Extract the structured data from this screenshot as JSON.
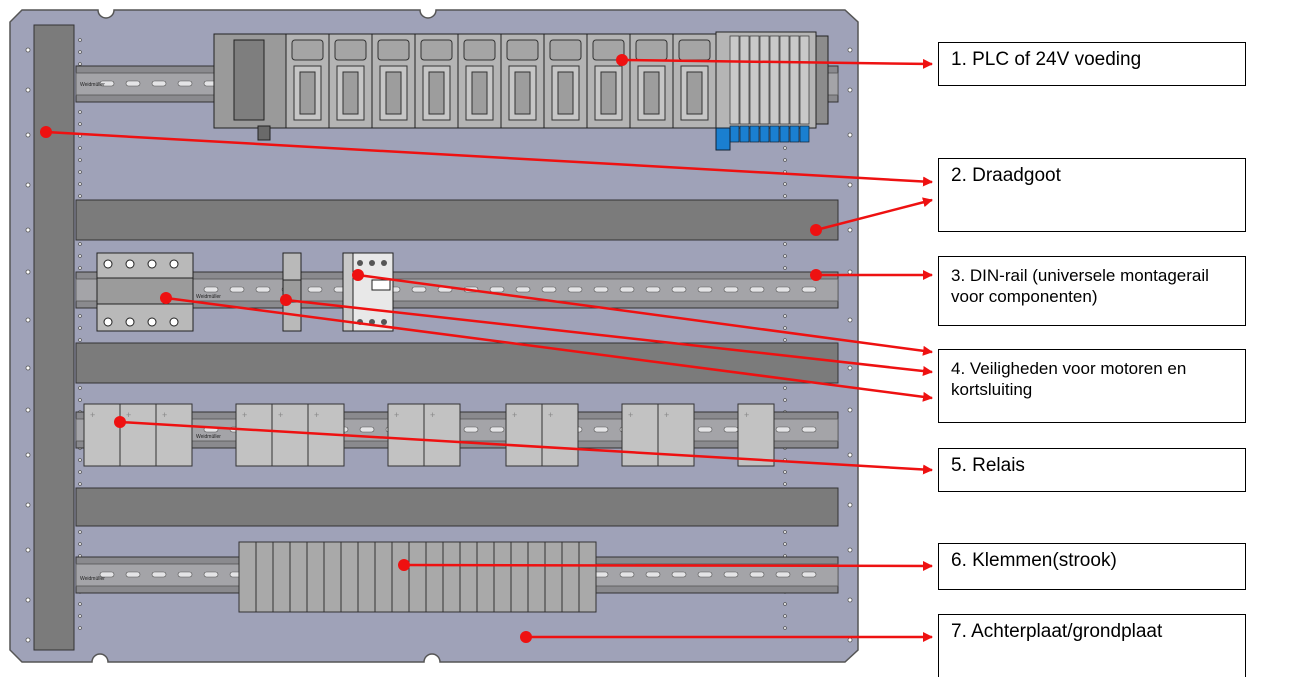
{
  "title": "",
  "callouts": [
    {
      "id": 1,
      "text": "1. PLC of 24V voeding"
    },
    {
      "id": 2,
      "text": "2. Draadgoot"
    },
    {
      "id": 3,
      "text": "3. DIN-rail (universele montagerail voor componenten)"
    },
    {
      "id": 4,
      "text": "4. Veiligheden voor motoren en kortsluiting"
    },
    {
      "id": 5,
      "text": "5. Relais"
    },
    {
      "id": 6,
      "text": "6. Klemmen(strook)"
    },
    {
      "id": 7,
      "text": "7. Achterplaat/grondplaat"
    }
  ],
  "rail_brand": "Weidmüller",
  "colors": {
    "plate": "#9fa2b8",
    "duct": "#7b7b7b",
    "rail": "#8a8a8e",
    "component": "#b9b9b9",
    "arrow": "#ee1111",
    "valve_accent": "#1a7fd0"
  }
}
